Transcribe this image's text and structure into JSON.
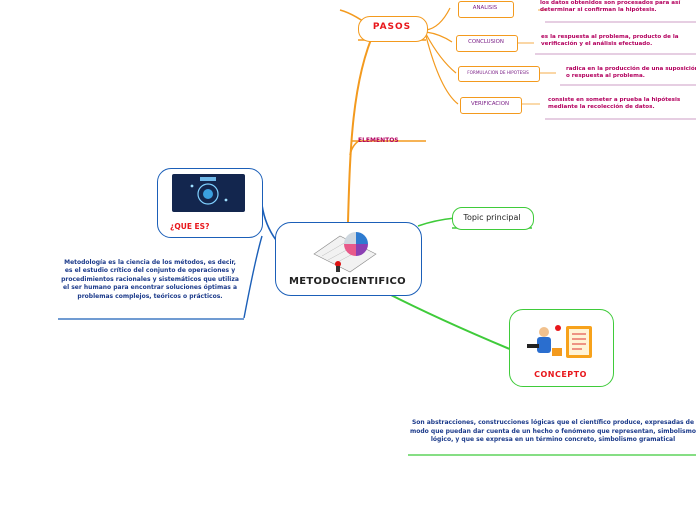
{
  "central": {
    "label": "METODOCIENTIFICO"
  },
  "branches": {
    "pasos": {
      "label": "PASOS",
      "children": [
        {
          "label": "ANALISIS",
          "desc": "los datos obtenidos son procesados para así determinar si confirman la hipótesis."
        },
        {
          "label": "CONCLUSION",
          "desc": "es la respuesta al problema, producto de la verificación y el análisis efectuado."
        },
        {
          "label": "FORMULACION DE HIPOTESIS",
          "desc": "radica en la producción de una suposición o respuesta al problema."
        },
        {
          "label": "VERIFICACION",
          "desc": "consiste en someter a prueba la hipótesis mediante la recolección de datos."
        }
      ]
    },
    "elementos": {
      "label": "ELEMENTOS"
    },
    "topic": {
      "label": "Topic principal"
    },
    "que_es": {
      "label": "¿QUE ES?",
      "desc": "Metodología es la ciencia de los métodos, es decir, es el estudio crítico del conjunto de operaciones y procedimientos racionales y sistemáticos que utiliza el ser humano para encontrar soluciones óptimas a problemas complejos, teóricos o prácticos."
    },
    "concepto": {
      "label": "CONCEPTO",
      "desc": "Son abstracciones, construcciones lógicas que el científico produce, expresadas de modo que puedan dar cuenta de un hecho o fenómeno que representan, simbolismo lógico, y que se expresa en un término concreto, simbolismo gramatical"
    }
  },
  "colors": {
    "orange": "#f39a1e",
    "blue": "#1b5fb8",
    "green": "#3fcb3a",
    "purple": "#8a3fa0",
    "magenta": "#b3005e",
    "red": "#e8161b"
  }
}
